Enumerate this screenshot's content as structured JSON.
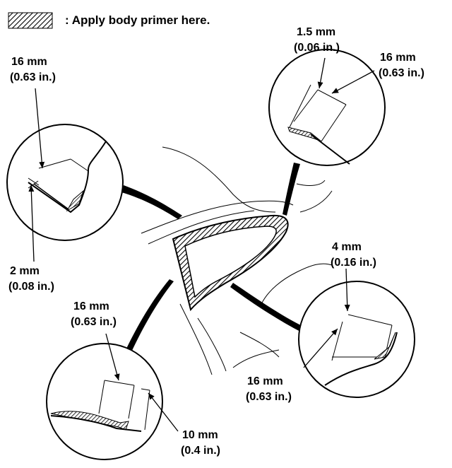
{
  "legend": {
    "text": ": Apply body primer here.",
    "swatch_icon": "hatch-swatch"
  },
  "callouts": {
    "top_right": {
      "gap_label": "1.5 mm",
      "gap_label_in": "(0.06 in.)",
      "width_label": "16 mm",
      "width_label_in": "(0.63 in.)"
    },
    "left": {
      "width_label": "16 mm",
      "width_label_in": "(0.63 in.)",
      "gap_label": "2 mm",
      "gap_label_in": "(0.08 in.)"
    },
    "bottom_left": {
      "width_label": "16 mm",
      "width_label_in": "(0.63 in.)",
      "gap_label": "10 mm",
      "gap_label_in": "(0.4 in.)"
    },
    "bottom_right": {
      "gap_label": "4 mm",
      "gap_label_in": "(0.16 in.)",
      "width_label": "16 mm",
      "width_label_in": "(0.63 in.)"
    }
  },
  "colors": {
    "ink": "#000000",
    "paper": "#ffffff"
  }
}
